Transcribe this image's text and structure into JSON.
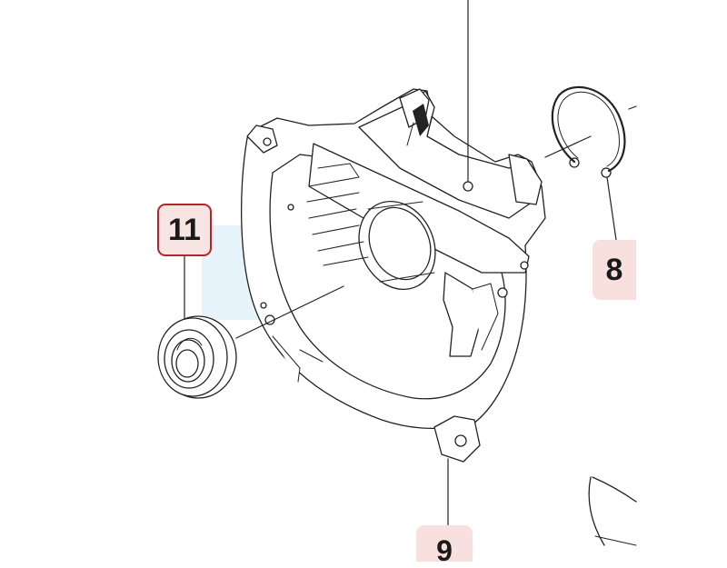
{
  "diagram": {
    "callouts": [
      {
        "id": "part-11",
        "label": "11",
        "style": "outlined",
        "color": "#b3262b"
      },
      {
        "id": "part-8",
        "label": "8",
        "style": "plain"
      },
      {
        "id": "part-bottom",
        "label": "9",
        "style": "plain-cropped"
      }
    ],
    "parts": [
      {
        "name": "crankcase-housing"
      },
      {
        "name": "shaft-seal-ring"
      },
      {
        "name": "circlip-retaining-ring"
      }
    ],
    "highlight_color": "#e6f3fa",
    "callout_fill": "#f7e0de",
    "line_color": "#222222"
  }
}
